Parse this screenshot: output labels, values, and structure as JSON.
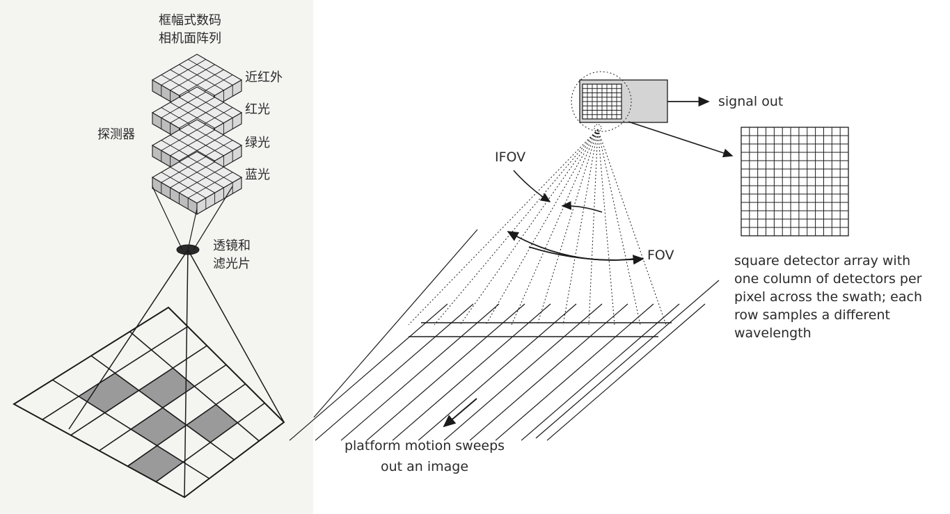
{
  "left_panel": {
    "title_line1": "框幅式数码",
    "title_line2": "相机面阵列",
    "detector_label": "探测器",
    "bands": [
      "近红外",
      "红光",
      "绿光",
      "蓝光"
    ],
    "lens_line1": "透镜和",
    "lens_line2": "滤光片"
  },
  "right_panel": {
    "signal_out": "signal out",
    "ifov": "IFOV",
    "fov": "FOV",
    "detector_caption": [
      "square detector array with",
      "one column of detectors per",
      "pixel across the swath; each",
      "row samples a different",
      "wavelength"
    ],
    "motion_caption": [
      "platform motion sweeps",
      "out an image"
    ]
  },
  "colors": {
    "background": "#ffffff",
    "left_background": "#f4f4f1",
    "ink": "#1a1a1a",
    "sensor_fill": "#d4d4d4",
    "cube_top": "#ececec",
    "cube_side": "#bdbdbd",
    "ground_shade": "#9a9a9a"
  }
}
